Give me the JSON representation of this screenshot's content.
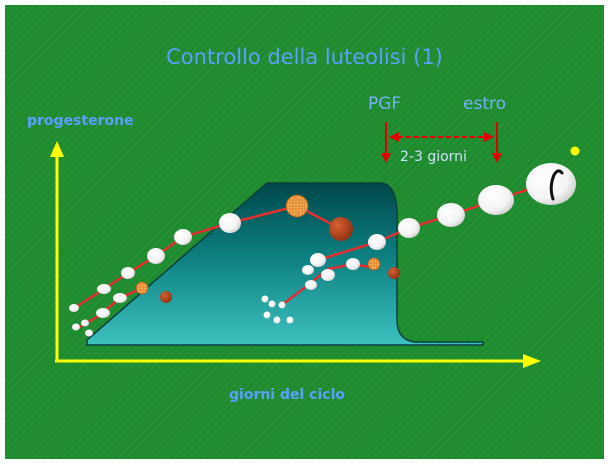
{
  "slide": {
    "title": "Controllo della luteolisi (1)",
    "y_axis_label": "progesterone",
    "x_axis_label": "giorni del ciclo",
    "pgf_label": "PGF",
    "estro_label": "estro",
    "duration_label": "2-3 giorni"
  },
  "colors": {
    "background": "#1e8c2e",
    "title_text": "#5aa0ff",
    "axis": "#ffff00",
    "progesterone_curve": "#006262",
    "follicle_line": "#e03030",
    "arrow": "#e00000",
    "follicle": "#ffffff",
    "corpus_luteum_orange": "#e8903a",
    "corpus_luteum_brown": "#a8401c"
  },
  "icons": [
    "ovulation-follicle-icon"
  ]
}
